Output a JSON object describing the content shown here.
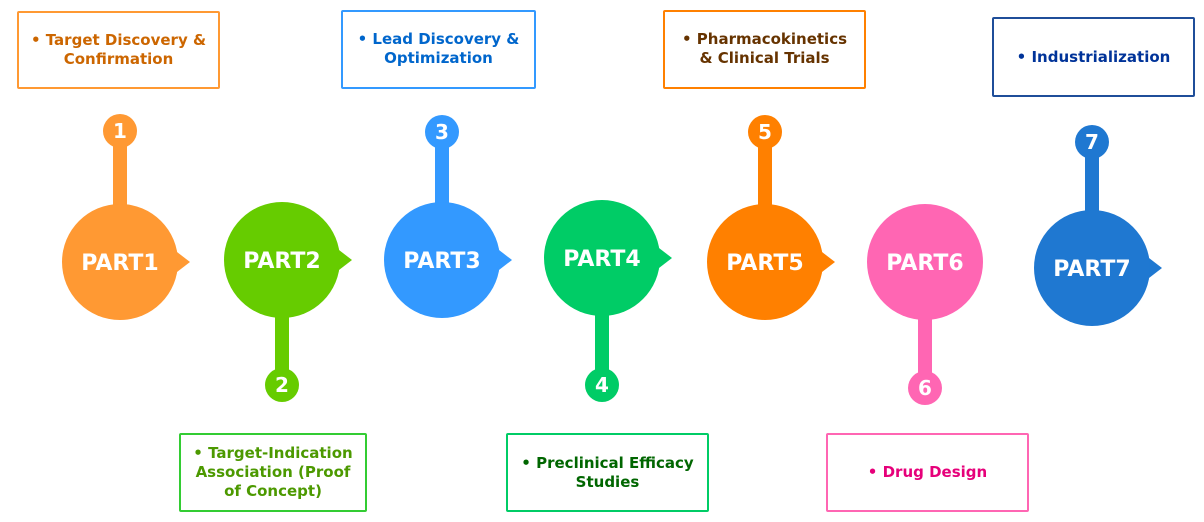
{
  "steps": [
    {
      "number": "1",
      "part": "PART1",
      "text": "• Target Discovery & Confirmation",
      "color": "#FF9933",
      "text_color": "#CC6600",
      "border_color": "#FF9933",
      "pin": "up",
      "arrow": true
    },
    {
      "number": "2",
      "part": "PART2",
      "text": "• Target-Indication Association (Proof of Concept)",
      "color": "#66CC00",
      "text_color": "#4C9900",
      "border_color": "#33CC33",
      "pin": "down",
      "arrow": true
    },
    {
      "number": "3",
      "part": "PART3",
      "text": "• Lead Discovery & Optimization",
      "color": "#3399FF",
      "text_color": "#0066CC",
      "border_color": "#3399FF",
      "pin": "up",
      "arrow": true
    },
    {
      "number": "4",
      "part": "PART4",
      "text": "• Preclinical Efficacy Studies",
      "color": "#00CC66",
      "text_color": "#006600",
      "border_color": "#00CC66",
      "pin": "down",
      "arrow": true
    },
    {
      "number": "5",
      "part": "PART5",
      "text": "• Pharmacokinetics & Clinical Trials",
      "color": "#FF8000",
      "text_color": "#663300",
      "border_color": "#FF8000",
      "pin": "up",
      "arrow": true
    },
    {
      "number": "6",
      "part": "PART6",
      "text": "• Drug Design",
      "color": "#FF66B3",
      "text_color": "#E6007A",
      "border_color": "#FF66B3",
      "pin": "down",
      "arrow": false
    },
    {
      "number": "7",
      "part": "PART7",
      "text": "• Industrialization",
      "color": "#1F78D1",
      "text_color": "#003399",
      "border_color": "#1F4E99",
      "pin": "up",
      "arrow": true
    }
  ]
}
